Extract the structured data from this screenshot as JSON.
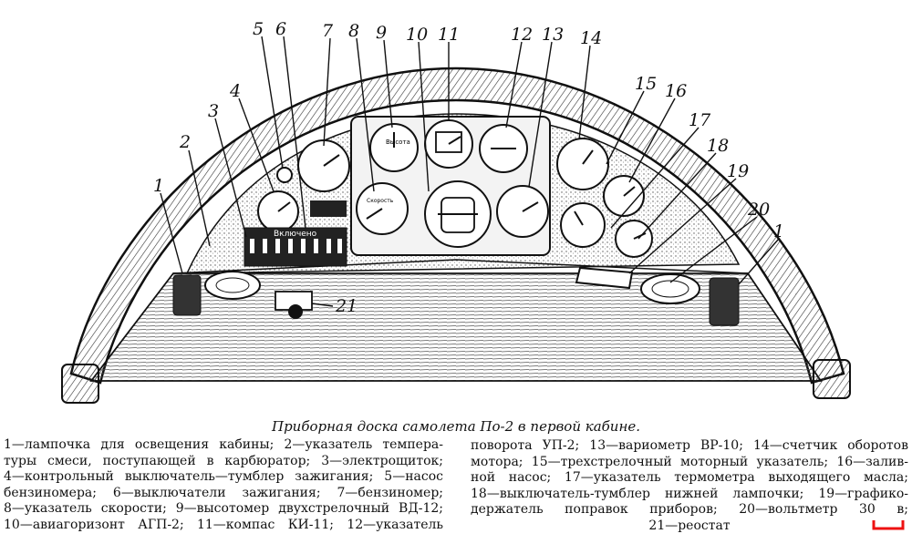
{
  "caption": "Приборная доска самолета По-2 в первой кабине.",
  "callouts": [
    "1",
    "2",
    "3",
    "4",
    "5",
    "6",
    "7",
    "8",
    "9",
    "10",
    "11",
    "12",
    "13",
    "14",
    "15",
    "16",
    "17",
    "18",
    "19",
    "20",
    "1",
    "21"
  ],
  "panel_texts": {
    "on_label": "Включено",
    "altimeter_label": "Высота",
    "speed_label": "Скорость"
  },
  "legend_left": [
    "1—лампочка для освещения кабины; 2—указатель темпера-",
    "туры смеси, поступающей в карбюратор; 3—электрощиток;",
    "4—контрольный выключатель—тумблер зажигания; 5—насос",
    "бензиномера; 6—выключатели зажигания; 7—бензиномер;",
    "8—указатель скорости; 9—высотомер двухстрелочный ВД-12;",
    "10—авиагоризонт АГП-2; 11—компас КИ-11; 12—указатель"
  ],
  "legend_right": [
    "поворота УП-2; 13—вариометр ВР-10; 14—счетчик оборотов",
    "мотора; 15—трехстрелочный моторный указатель; 16—залив-",
    "ной насос; 17—указатель термометра выходящего масла;",
    "18—выключатель-тумблер нижней лампочки; 19—графико-",
    "держатель поправок приборов; 20—вольтметр 30 в;",
    "21—реостат"
  ]
}
